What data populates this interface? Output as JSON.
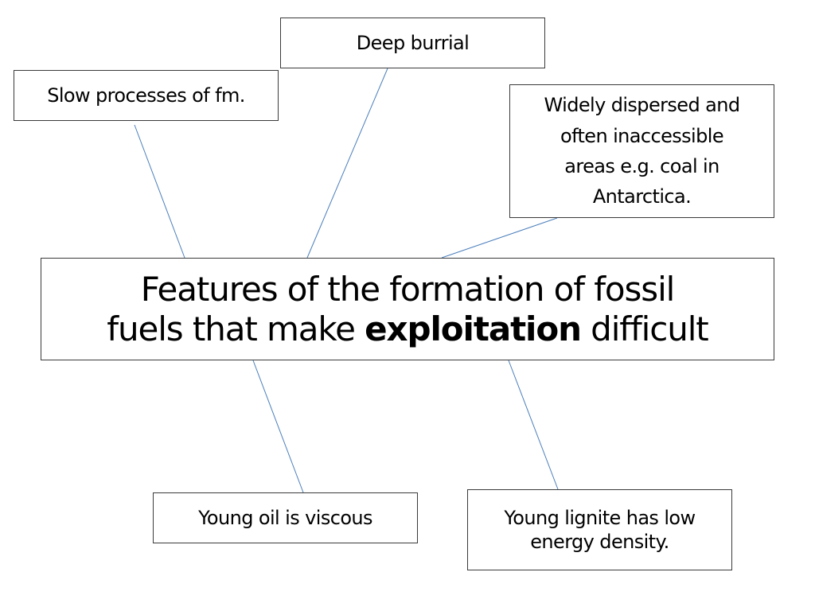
{
  "central": {
    "line1": "Features of the formation of fossil",
    "line2_before": "fuels that make ",
    "line2_bold": "exploitation",
    "line2_after": " difficult"
  },
  "nodes": {
    "deep_burrial": "Deep burrial",
    "slow_processes": "Slow processes of fm.",
    "widely_dispersed": "Widely dispersed and\noften inaccessible\nareas e.g. coal in\nAntarctica.",
    "young_oil": "Young oil is viscous",
    "young_lignite": "Young lignite has low\nenergy density."
  },
  "colors": {
    "connector": "#4a7ebb",
    "box_border": "#3a3a3a",
    "background": "#ffffff"
  }
}
